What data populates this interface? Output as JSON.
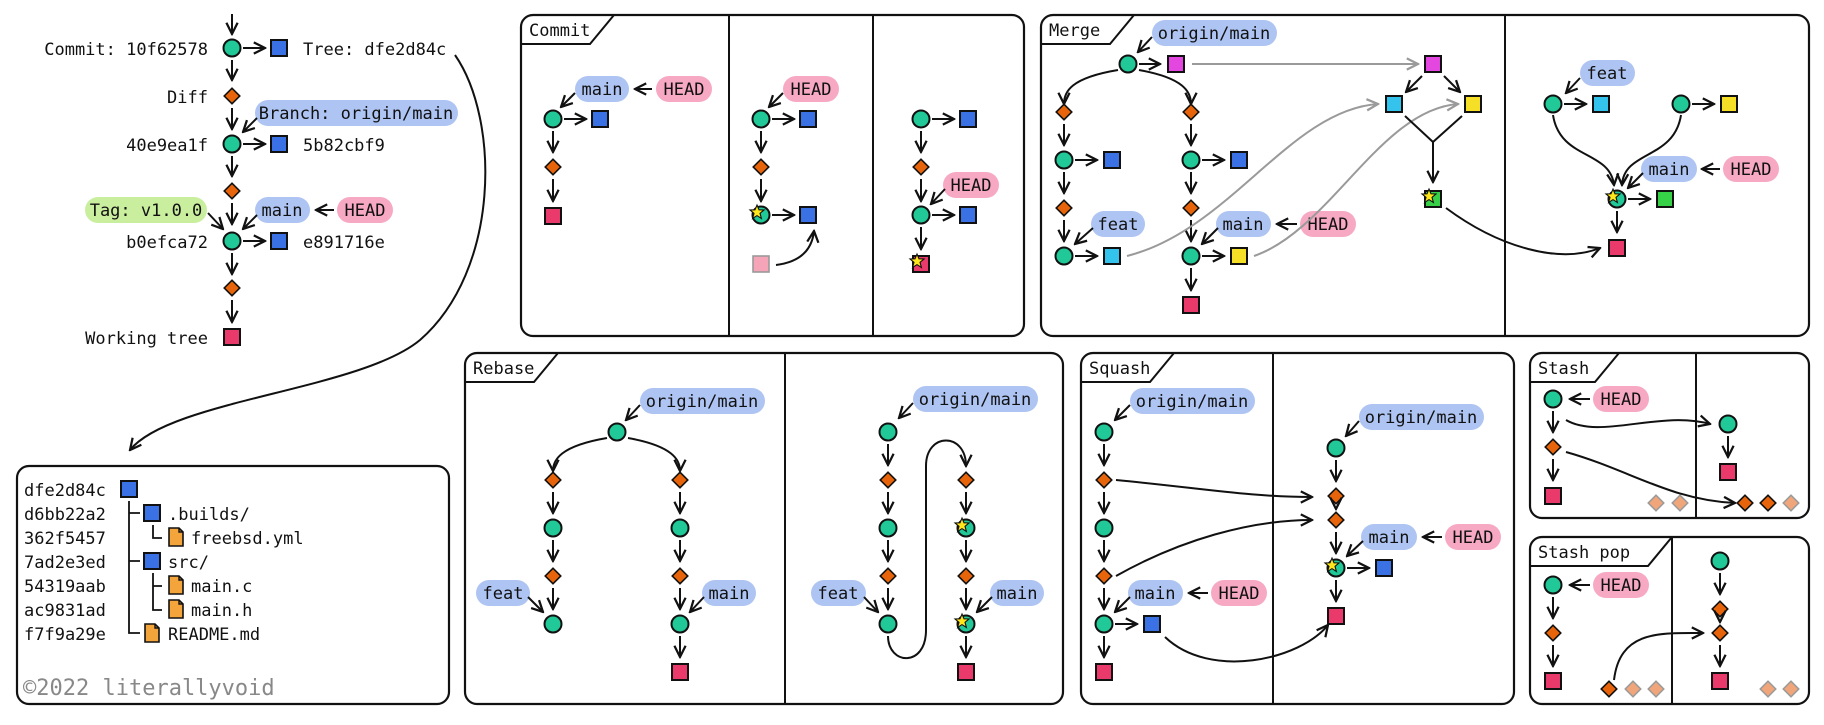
{
  "colors": {
    "commit": "#20c997",
    "tree": "#3a72e6",
    "diff": "#e8640a",
    "worktree": "#ea3a6b",
    "file": "#f3a43b",
    "branch": "#aec4f2",
    "head": "#f7a9c4",
    "tag": "#c9ef9e",
    "cyan": "#33c3ec",
    "yellow": "#f6e027",
    "magenta": "#e446e0",
    "green": "#36d147",
    "pink": "#f5a5b7",
    "star": "#ffe71c"
  },
  "overview": {
    "commit_label": "Commit: 10f62578",
    "tree_label": "Tree: dfe2d84c",
    "diff_label": "Diff",
    "branch_label": "Branch: origin/main",
    "commit2": "40e9ea1f",
    "tree2": "5b82cbf9",
    "tag_label": "Tag: v1.0.0",
    "main_label": "main",
    "head_label": "HEAD",
    "commit3": "b0efca72",
    "tree3": "e891716e",
    "worktree_label": "Working tree"
  },
  "tree_box": {
    "rows": [
      {
        "hash": "dfe2d84c",
        "name": ""
      },
      {
        "hash": "d6bb22a2",
        "name": ".builds/"
      },
      {
        "hash": "362f5457",
        "name": "freebsd.yml"
      },
      {
        "hash": "7ad2e3ed",
        "name": "src/"
      },
      {
        "hash": "54319aab",
        "name": "main.c"
      },
      {
        "hash": "ac9831ad",
        "name": "main.h"
      },
      {
        "hash": "f7f9a29e",
        "name": "README.md"
      }
    ],
    "copyright": "©2022 literallyvoid"
  },
  "panels": {
    "commit": "Commit",
    "merge": "Merge",
    "rebase": "Rebase",
    "squash": "Squash",
    "stash": "Stash",
    "stash_pop": "Stash pop"
  },
  "labels": {
    "main": "main",
    "head": "HEAD",
    "feat": "feat",
    "origin_main": "origin/main"
  }
}
